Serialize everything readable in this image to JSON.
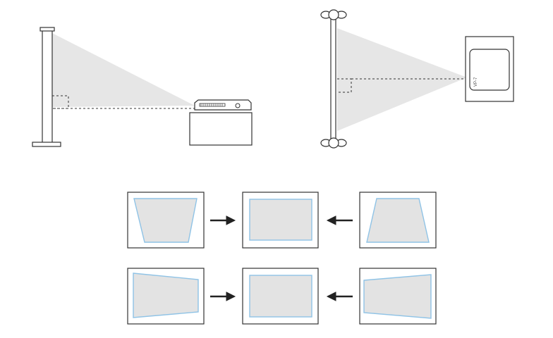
{
  "device_label": "VP-7",
  "colors": {
    "beam": "#e6e6e6",
    "outline": "#333333",
    "image_fill": "#e3e3e3",
    "image_edge": "#8fc3e6",
    "arrow": "#222222"
  },
  "keystone_rows": [
    {
      "left": "trapezoid-narrow-bottom",
      "center": "rectangle",
      "right": "trapezoid-narrow-top"
    },
    {
      "left": "trapezoid-narrow-right",
      "center": "rectangle",
      "right": "trapezoid-narrow-left"
    }
  ]
}
